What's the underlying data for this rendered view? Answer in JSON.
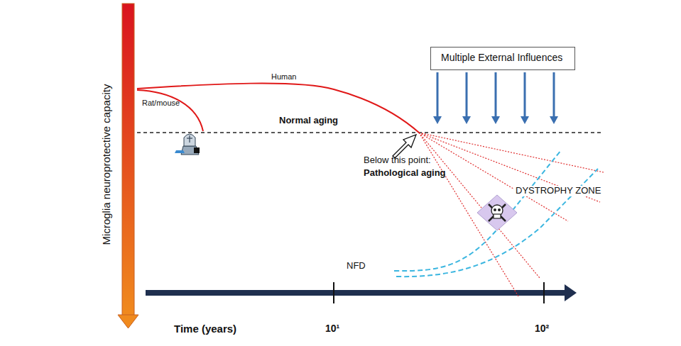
{
  "diagram": {
    "nodes": [
      {
        "text": [
          "Multiple External Influences"
        ]
      }
    ],
    "labels": [
      "Microglia neuroprotective capacity",
      "Human",
      "Rat/mouse",
      "Normal aging",
      "Below this point:",
      "Pathological aging",
      "DYSTROPHY ZONE",
      "NFD",
      "Time (years)",
      "10¹",
      "10²"
    ]
  }
}
